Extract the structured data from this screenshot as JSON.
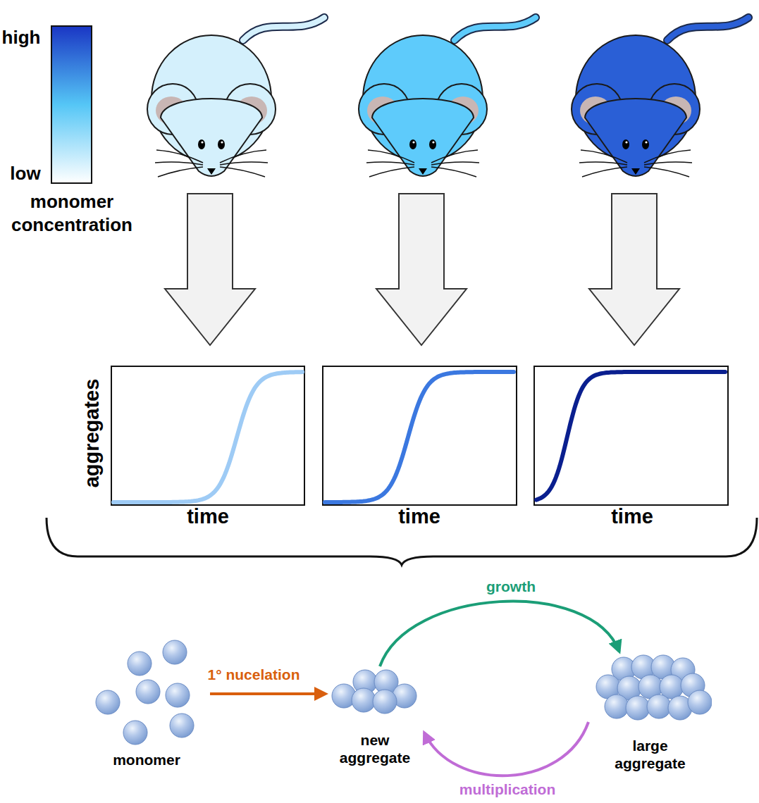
{
  "diagram": {
    "nodes": [
      {
        "text": [
          "monomer"
        ]
      },
      {
        "text": [
          "new aggregate"
        ]
      },
      {
        "text": [
          "large aggregate"
        ]
      }
    ],
    "edges": [
      {
        "from": 0,
        "to": 1,
        "arrow": "to",
        "label": "1° nucelation"
      },
      {
        "from": 1,
        "to": 2,
        "arrow": "to",
        "label": "growth"
      },
      {
        "from": 2,
        "to": 1,
        "arrow": "to",
        "label": "multiplication"
      }
    ],
    "labels": [
      "high",
      "low",
      "monomer concentration",
      "aggregates",
      "time",
      "time",
      "time"
    ]
  }
}
